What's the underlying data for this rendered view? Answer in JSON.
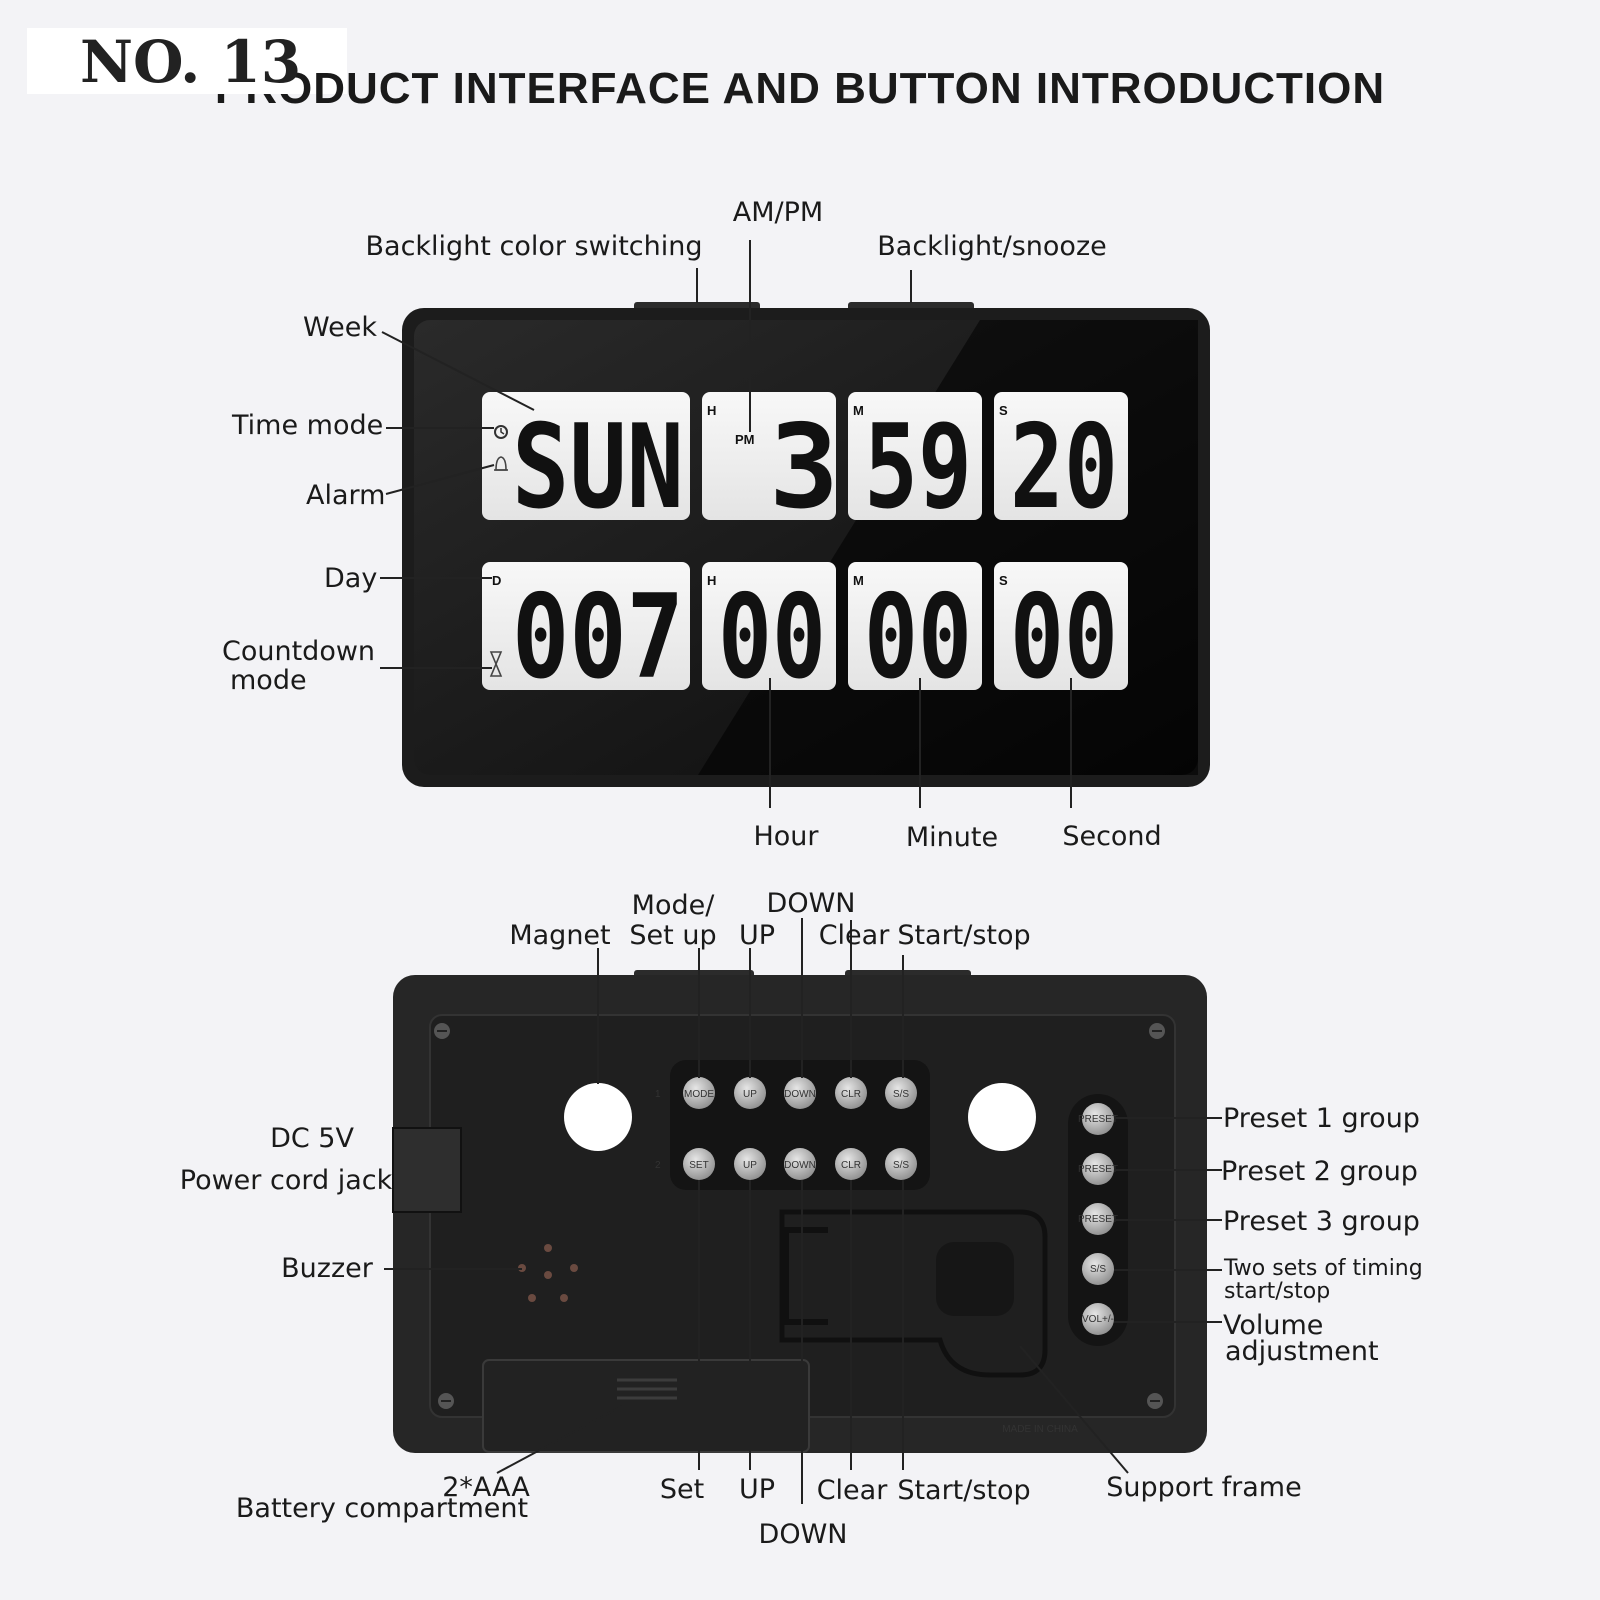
{
  "tag": "NO. 13",
  "title": "PRODUCT INTERFACE AND BUTTON INTRODUCTION",
  "front": {
    "labels": {
      "am_pm": "AM/PM",
      "backlight_color": "Backlight color switching",
      "backlight_snooze": "Backlight/snooze",
      "week": "Week",
      "time_mode": "Time mode",
      "alarm": "Alarm",
      "day": "Day",
      "countdown_1": "Countdown",
      "countdown_2": "mode",
      "hour": "Hour",
      "minute": "Minute",
      "second": "Second"
    },
    "display": {
      "week": "SUN",
      "pm": "PM",
      "hour": "3",
      "minute": "59",
      "second": "20",
      "days": "007",
      "cd_hour": "00",
      "cd_minute": "00",
      "cd_second": "00",
      "unit_h": "H",
      "unit_m": "M",
      "unit_s": "S",
      "unit_d": "D"
    }
  },
  "back": {
    "labels": {
      "magnet": "Magnet",
      "mode_1": "Mode/",
      "mode_2": "Set up",
      "up_top": "UP",
      "down_top": "DOWN",
      "clear_top": "Clear",
      "ss_top": "Start/stop",
      "dc_1": "DC 5V",
      "dc_2": "Power cord jack",
      "buzzer": "Buzzer",
      "battery_1": "2*AAA",
      "battery_2": "Battery compartment",
      "set": "Set",
      "up_bottom": "UP",
      "down_bottom": "DOWN",
      "clear_bottom": "Clear",
      "ss_bottom": "Start/stop",
      "support": "Support frame",
      "preset1": "Preset 1 group",
      "preset2": "Preset 2 group",
      "preset3": "Preset 3 group",
      "two_sets_1": "Two sets of timing",
      "two_sets_2": "start/stop",
      "volume_1": "Volume",
      "volume_2": "adjustment"
    },
    "row1_buttons": [
      "MODE",
      "UP",
      "DOWN",
      "CLR",
      "S/S"
    ],
    "row2_buttons": [
      "SET",
      "UP",
      "DOWN",
      "CLR",
      "S/S"
    ],
    "side_buttons": [
      "PRESET",
      "PRESET",
      "PRESET",
      "S/S",
      "VOL+/-"
    ],
    "row_numbers": [
      "1",
      "2"
    ],
    "made_in": "MADE IN CHINA"
  }
}
